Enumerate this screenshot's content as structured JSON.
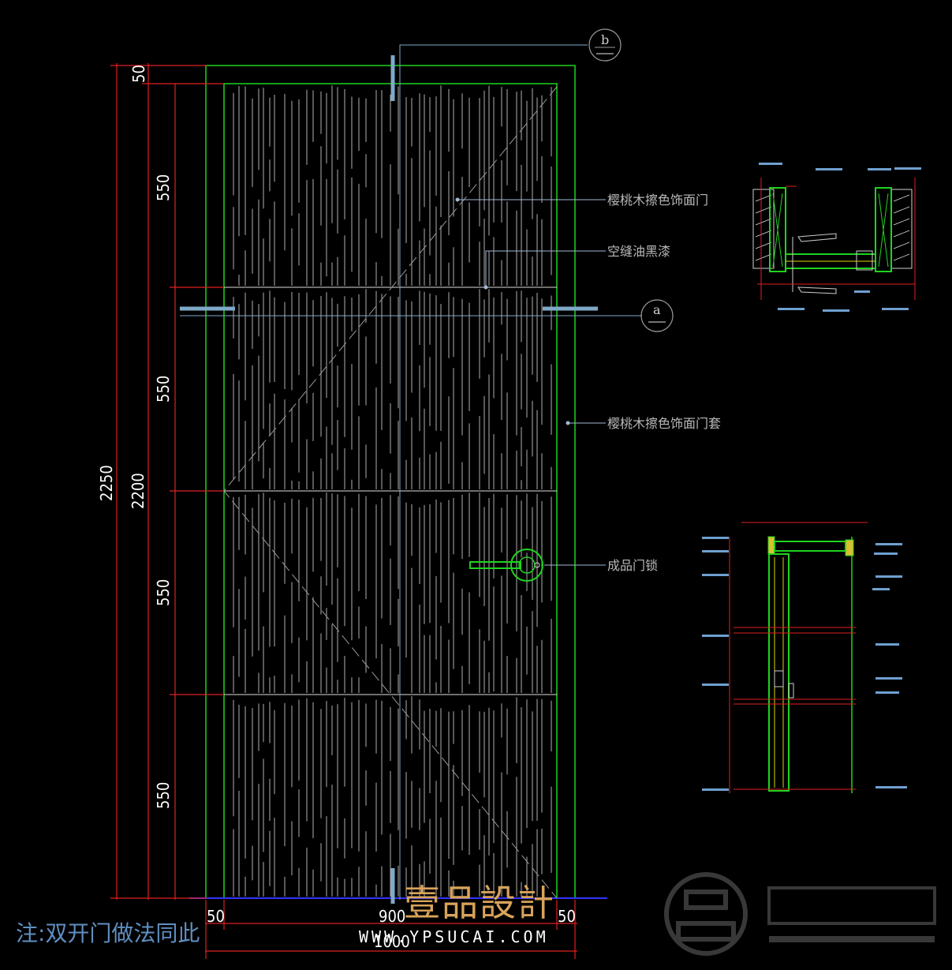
{
  "elevation": {
    "dimensions": {
      "top_gap": "50",
      "panel_heights": [
        "550",
        "550",
        "550",
        "550"
      ],
      "overall_height": "2250",
      "door_height": "2200",
      "bottom_widths": {
        "left": "50",
        "middle": "900",
        "right": "50",
        "total": "1000"
      }
    },
    "callouts": [
      "樱桃木擦色饰面门",
      "空缝油黑漆",
      "樱桃木擦色饰面门套",
      "成品门锁"
    ],
    "section_marks": {
      "top": "b",
      "side": "a"
    }
  },
  "note": "注:双开门做法同此",
  "watermark": {
    "brand": "壹品設計",
    "url": "WWW.YPSUCAI.COM"
  },
  "colors": {
    "frame_green": "#1fd41f",
    "dimension_red": "#e02020",
    "grain_white": "#cfcfcf",
    "leader_cyan": "#7fa9c7",
    "floor_blue": "#3333ff"
  }
}
